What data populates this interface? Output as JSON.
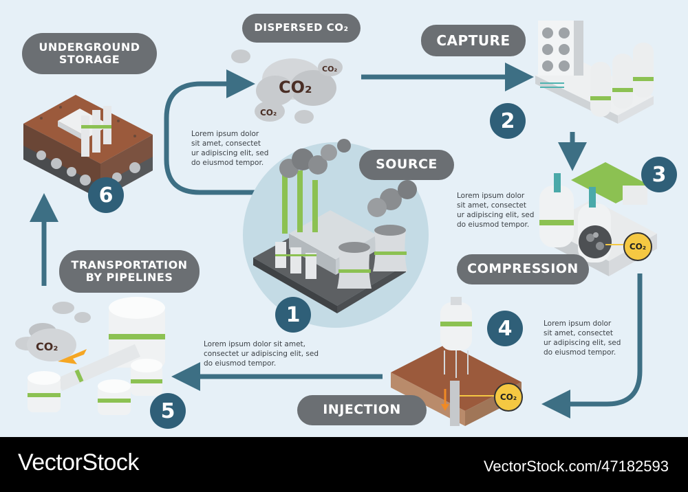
{
  "steps": [
    {
      "number": "1",
      "label": "SOURCE"
    },
    {
      "number": "2",
      "label": "CAPTURE"
    },
    {
      "number": "3",
      "label": "COMPRESSION"
    },
    {
      "number": "4",
      "label": "INJECTION"
    },
    {
      "number": "5",
      "label": "TRANSPORTATION\nBY PIPELINES"
    },
    {
      "number": "6",
      "label": "UNDERGROUND\nSTORAGE"
    }
  ],
  "dispersed_label": "DISPERSED CO₂",
  "co2_text": "CO₂",
  "descriptions": {
    "source": "Lorem ipsum dolor\nsit amet, consectet\nur adipiscing elit, sed\ndo eiusmod tempor.",
    "compression": "Lorem ipsum dolor\nsit amet, consectet\nur adipiscing elit, sed\ndo eiusmod tempor.",
    "injection": "Lorem ipsum dolor\nsit amet, consectet\nur adipiscing elit, sed\ndo eiusmod tempor.",
    "transport": "Lorem ipsum dolor sit amet,\nconsectet ur adipiscing elit, sed\ndo eiusmod tempor."
  },
  "footer": {
    "brand": "VectorStock",
    "url": "VectorStock.com/47182593"
  },
  "colors": {
    "background": "#e6f0f7",
    "arrow": "#3d6f84",
    "pill": "#6b6f73",
    "number_circle": "#2f5f78",
    "soil": "#9b5a3c",
    "accent_green": "#8cc152",
    "co2_badge": "#f5c842"
  }
}
